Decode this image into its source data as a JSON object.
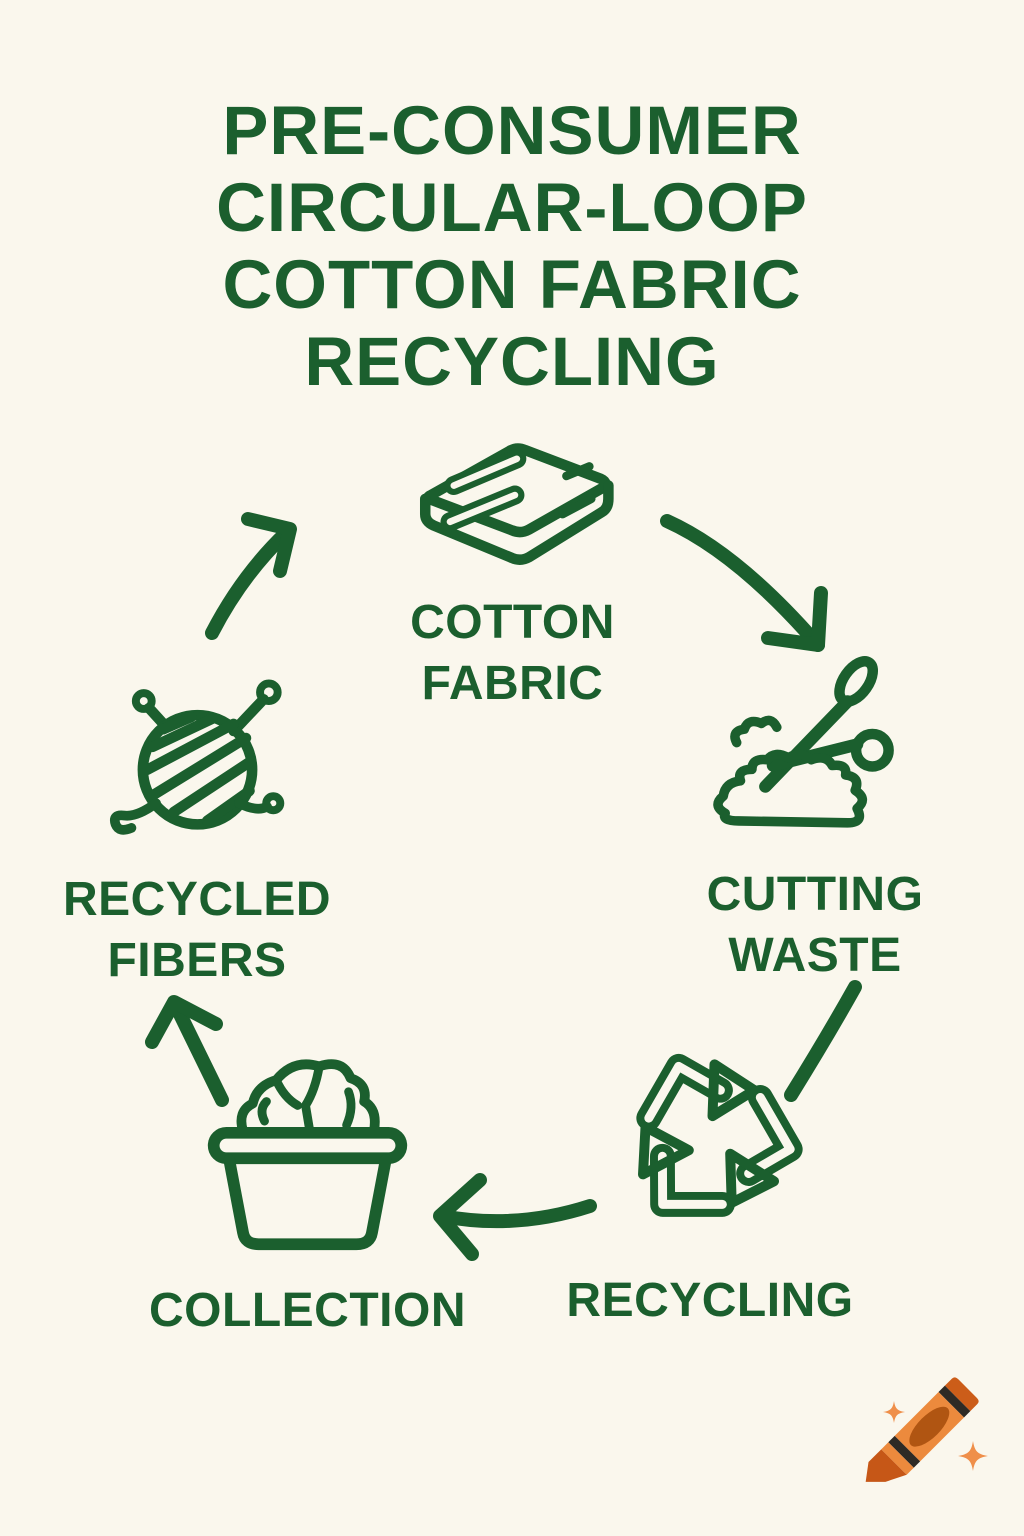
{
  "colors": {
    "background": "#faf7ed",
    "ink": "#1b5f2e",
    "crayon_body": "#ec8a3d",
    "crayon_tip": "#c65717",
    "crayon_cap": "#cc5d19",
    "crayon_band": "#2e2a25",
    "crayon_shade": "#b05512",
    "sparkle": "#ef8f4a"
  },
  "title": {
    "lines": [
      "PRE-CONSUMER",
      "CIRCULAR-LOOP",
      "COTTON FABRIC",
      "RECYCLING"
    ]
  },
  "diagram": {
    "type": "circular-process",
    "nodes": [
      {
        "id": "cotton-fabric",
        "icon": "folded-fabric-icon",
        "label_lines": [
          "COTTON",
          "FABRIC"
        ]
      },
      {
        "id": "cutting-waste",
        "icon": "scissors-cutting-icon",
        "label_lines": [
          "CUTTING",
          "WASTE"
        ]
      },
      {
        "id": "recycling",
        "icon": "recycling-arrows-icon",
        "label_lines": [
          "RECYCLING"
        ]
      },
      {
        "id": "collection",
        "icon": "collection-bin-icon",
        "label_lines": [
          "COLLECTION"
        ]
      },
      {
        "id": "recycled-fibers",
        "icon": "yarn-ball-icon",
        "label_lines": [
          "RECYCLED",
          "FIBERS"
        ]
      }
    ],
    "arrows": [
      {
        "name": "arrow-recycled-fibers-to-cotton-fabric",
        "from": "recycled-fibers",
        "to": "cotton-fabric"
      },
      {
        "name": "arrow-cotton-fabric-to-cutting-waste",
        "from": "cotton-fabric",
        "to": "cutting-waste"
      },
      {
        "name": "arc-cutting-waste-to-recycling",
        "from": "cutting-waste",
        "to": "recycling"
      },
      {
        "name": "arrow-recycling-to-collection",
        "from": "recycling",
        "to": "collection"
      },
      {
        "name": "arrow-collection-to-recycled-fibers",
        "from": "collection",
        "to": "recycled-fibers"
      }
    ]
  },
  "watermark": {
    "name": "crayon-sparkles-logo"
  }
}
